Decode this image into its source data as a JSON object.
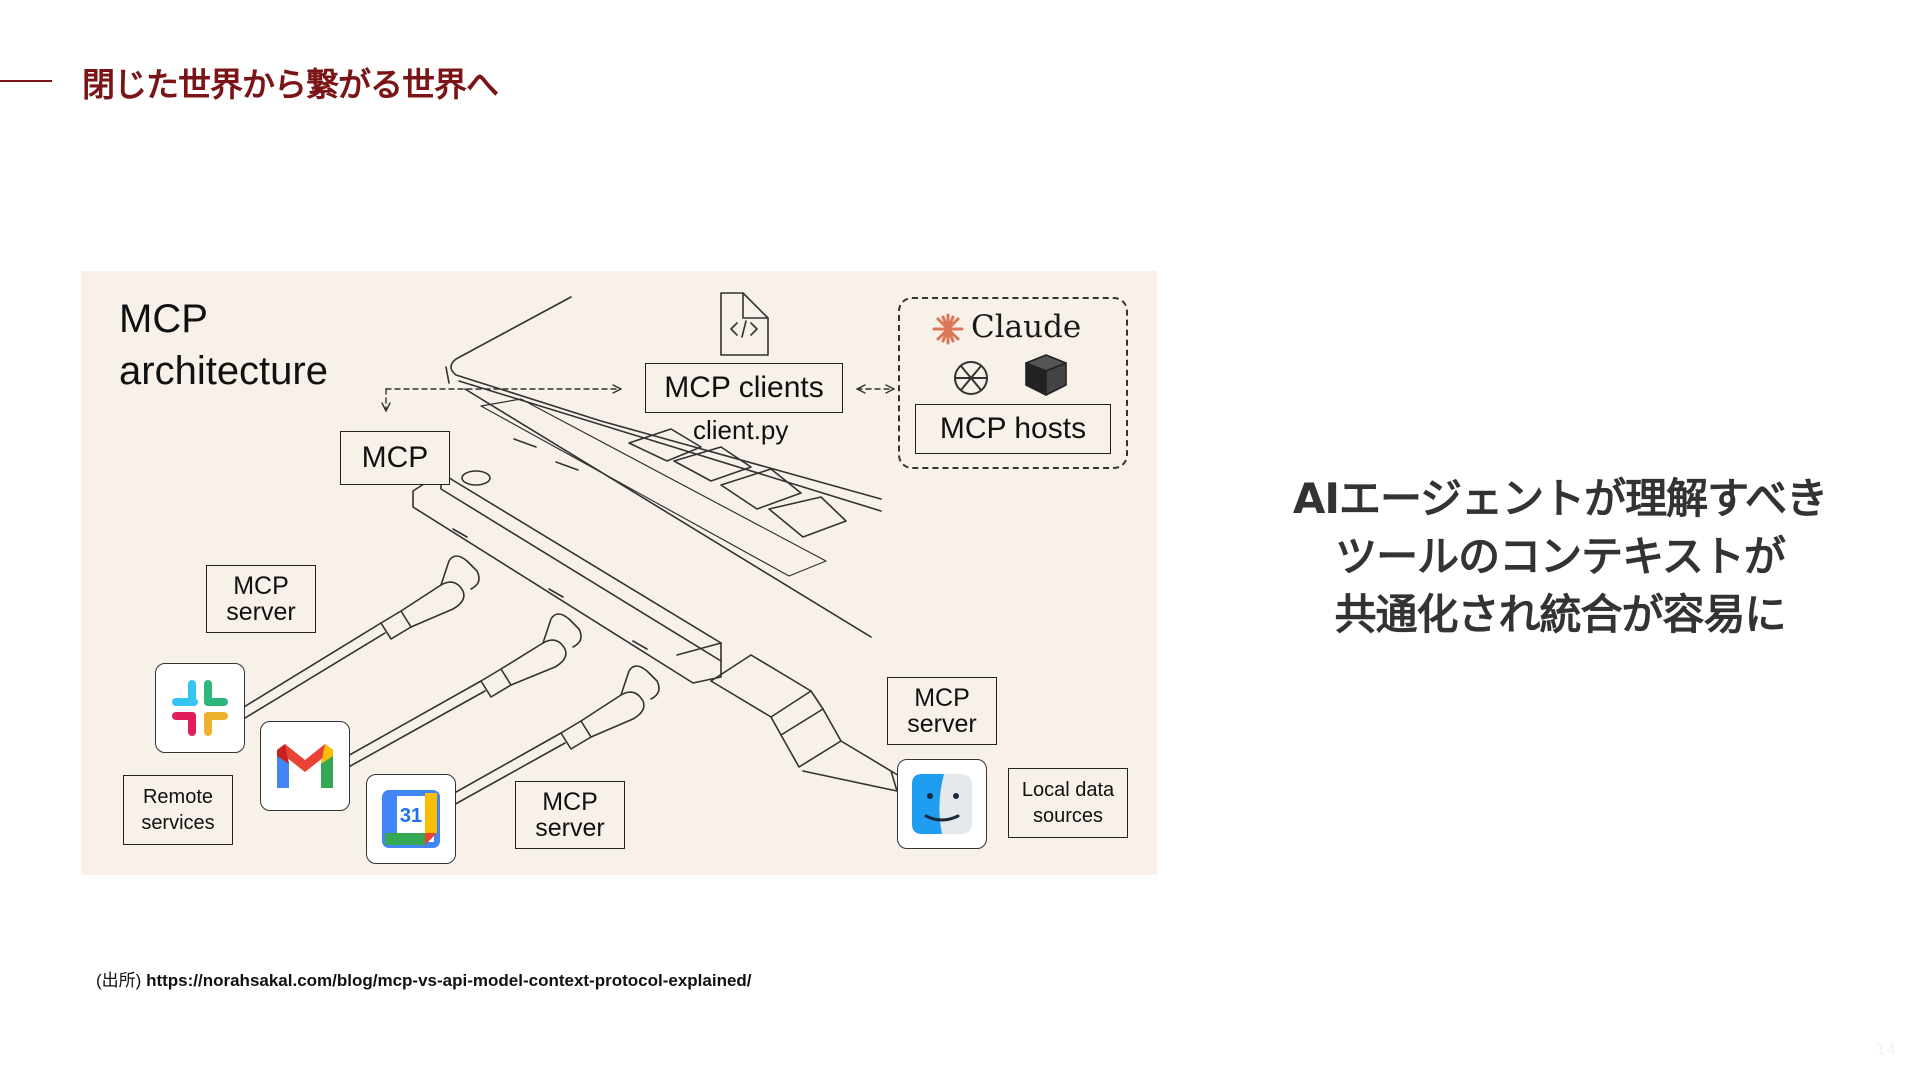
{
  "slide": {
    "title": "閉じた世界から繋がる世界へ",
    "message_lines": [
      "AIエージェントが理解すべき",
      "ツールのコンテキストが",
      "共通化され統合が容易に"
    ],
    "source_prefix": "(出所)",
    "source_url": "https://norahsakal.com/blog/mcp-vs-api-model-context-protocol-explained/",
    "page_number": "14"
  },
  "diagram": {
    "title_lines": [
      "MCP",
      "architecture"
    ],
    "mcp_label": "MCP",
    "clients_label": "MCP clients",
    "client_file": "client.py",
    "claude_word": "Claude",
    "hosts_label": "MCP hosts",
    "server_label_lines": [
      "MCP",
      "server"
    ],
    "remote_lines": [
      "Remote",
      "services"
    ],
    "local_lines": [
      "Local data",
      "sources"
    ],
    "calendar_day": "31",
    "icons": [
      "code-file-icon",
      "claude-asterisk-icon",
      "openai-icon",
      "cube-app-icon",
      "slack-icon",
      "gmail-icon",
      "google-calendar-icon",
      "finder-icon",
      "usb-c-cable-icon",
      "usb-a-cable-icon",
      "laptop-illustration",
      "usb-hub-illustration"
    ],
    "colors": {
      "background": "#f7f1ea",
      "claude_orange": "#d97757",
      "title_red": "#7a1417"
    }
  }
}
